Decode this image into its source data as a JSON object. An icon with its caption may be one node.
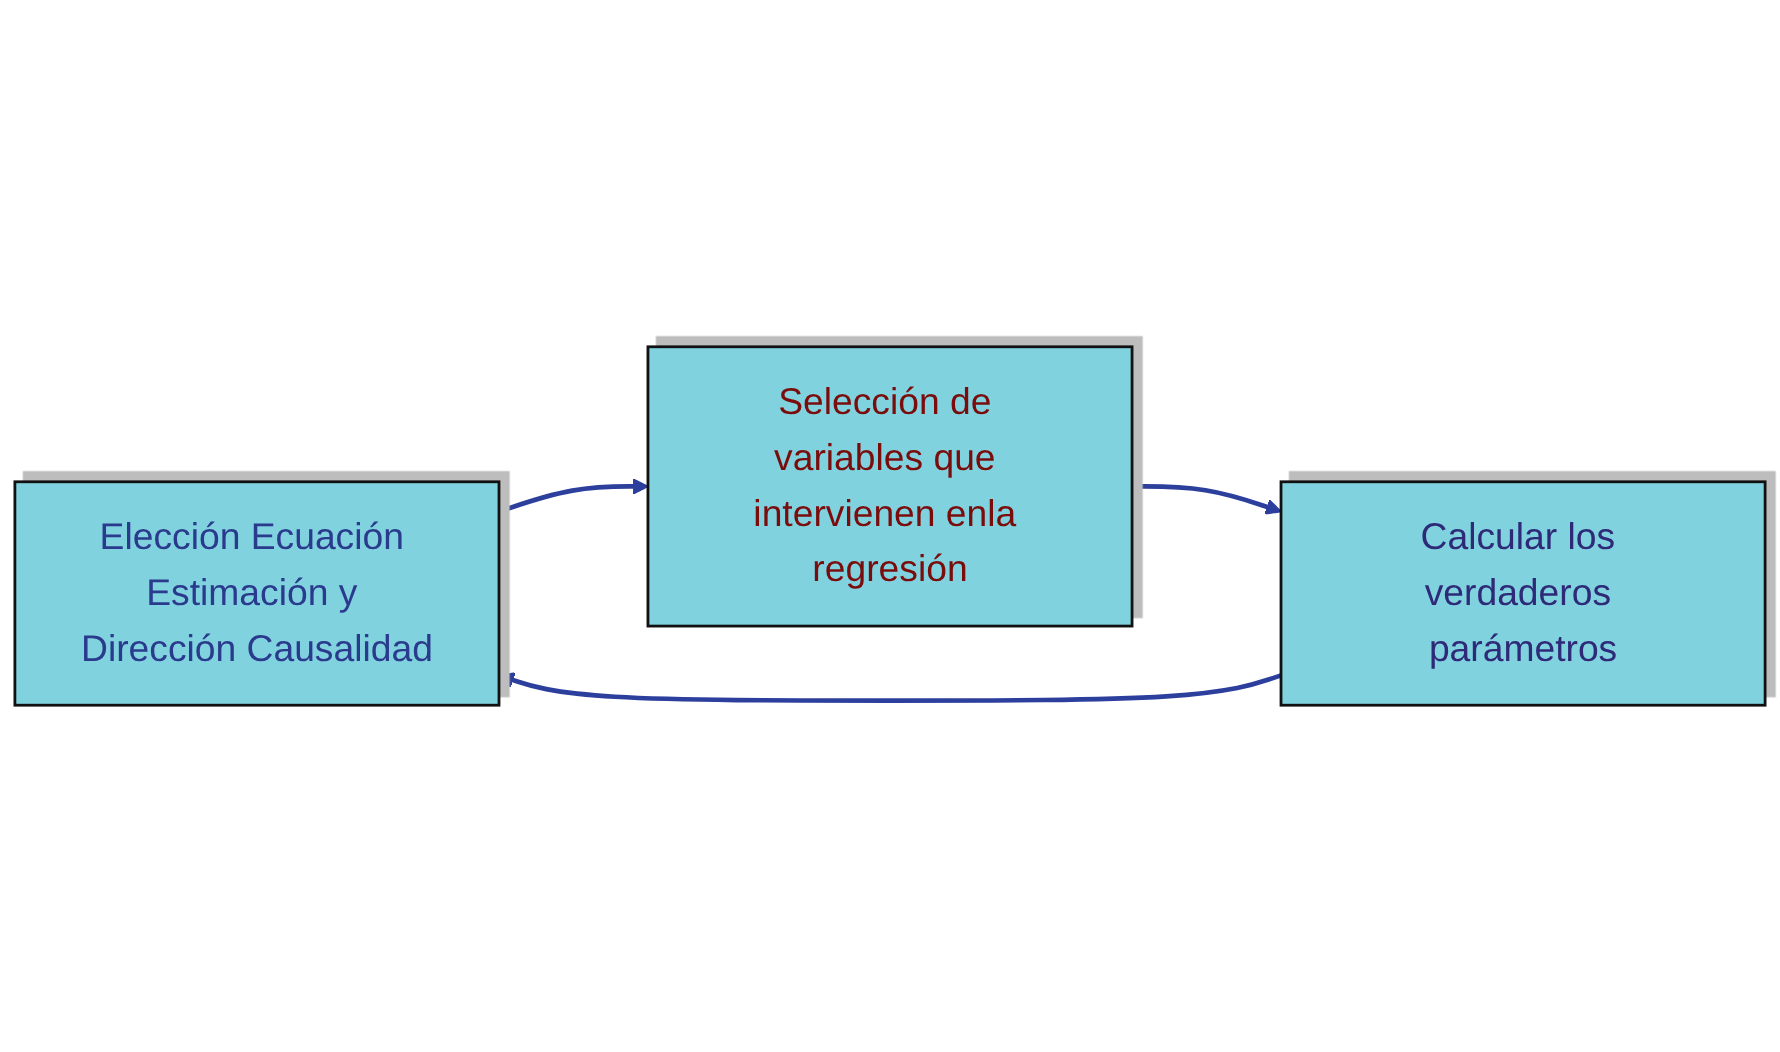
{
  "diagram": {
    "nodes": [
      {
        "text": [
          "Elección Ecuación Estimación y Dirección Causalidad"
        ]
      },
      {
        "text": [
          "Selección de variables que intervienen enla regresión"
        ]
      },
      {
        "text": [
          "Calcular los verdaderos parámetros"
        ]
      }
    ],
    "edges": [
      {
        "from": 0,
        "to": 1,
        "arrow": "to"
      },
      {
        "from": 1,
        "to": 2,
        "arrow": "to"
      },
      {
        "from": 2,
        "to": 0,
        "arrow": "to"
      }
    ]
  }
}
